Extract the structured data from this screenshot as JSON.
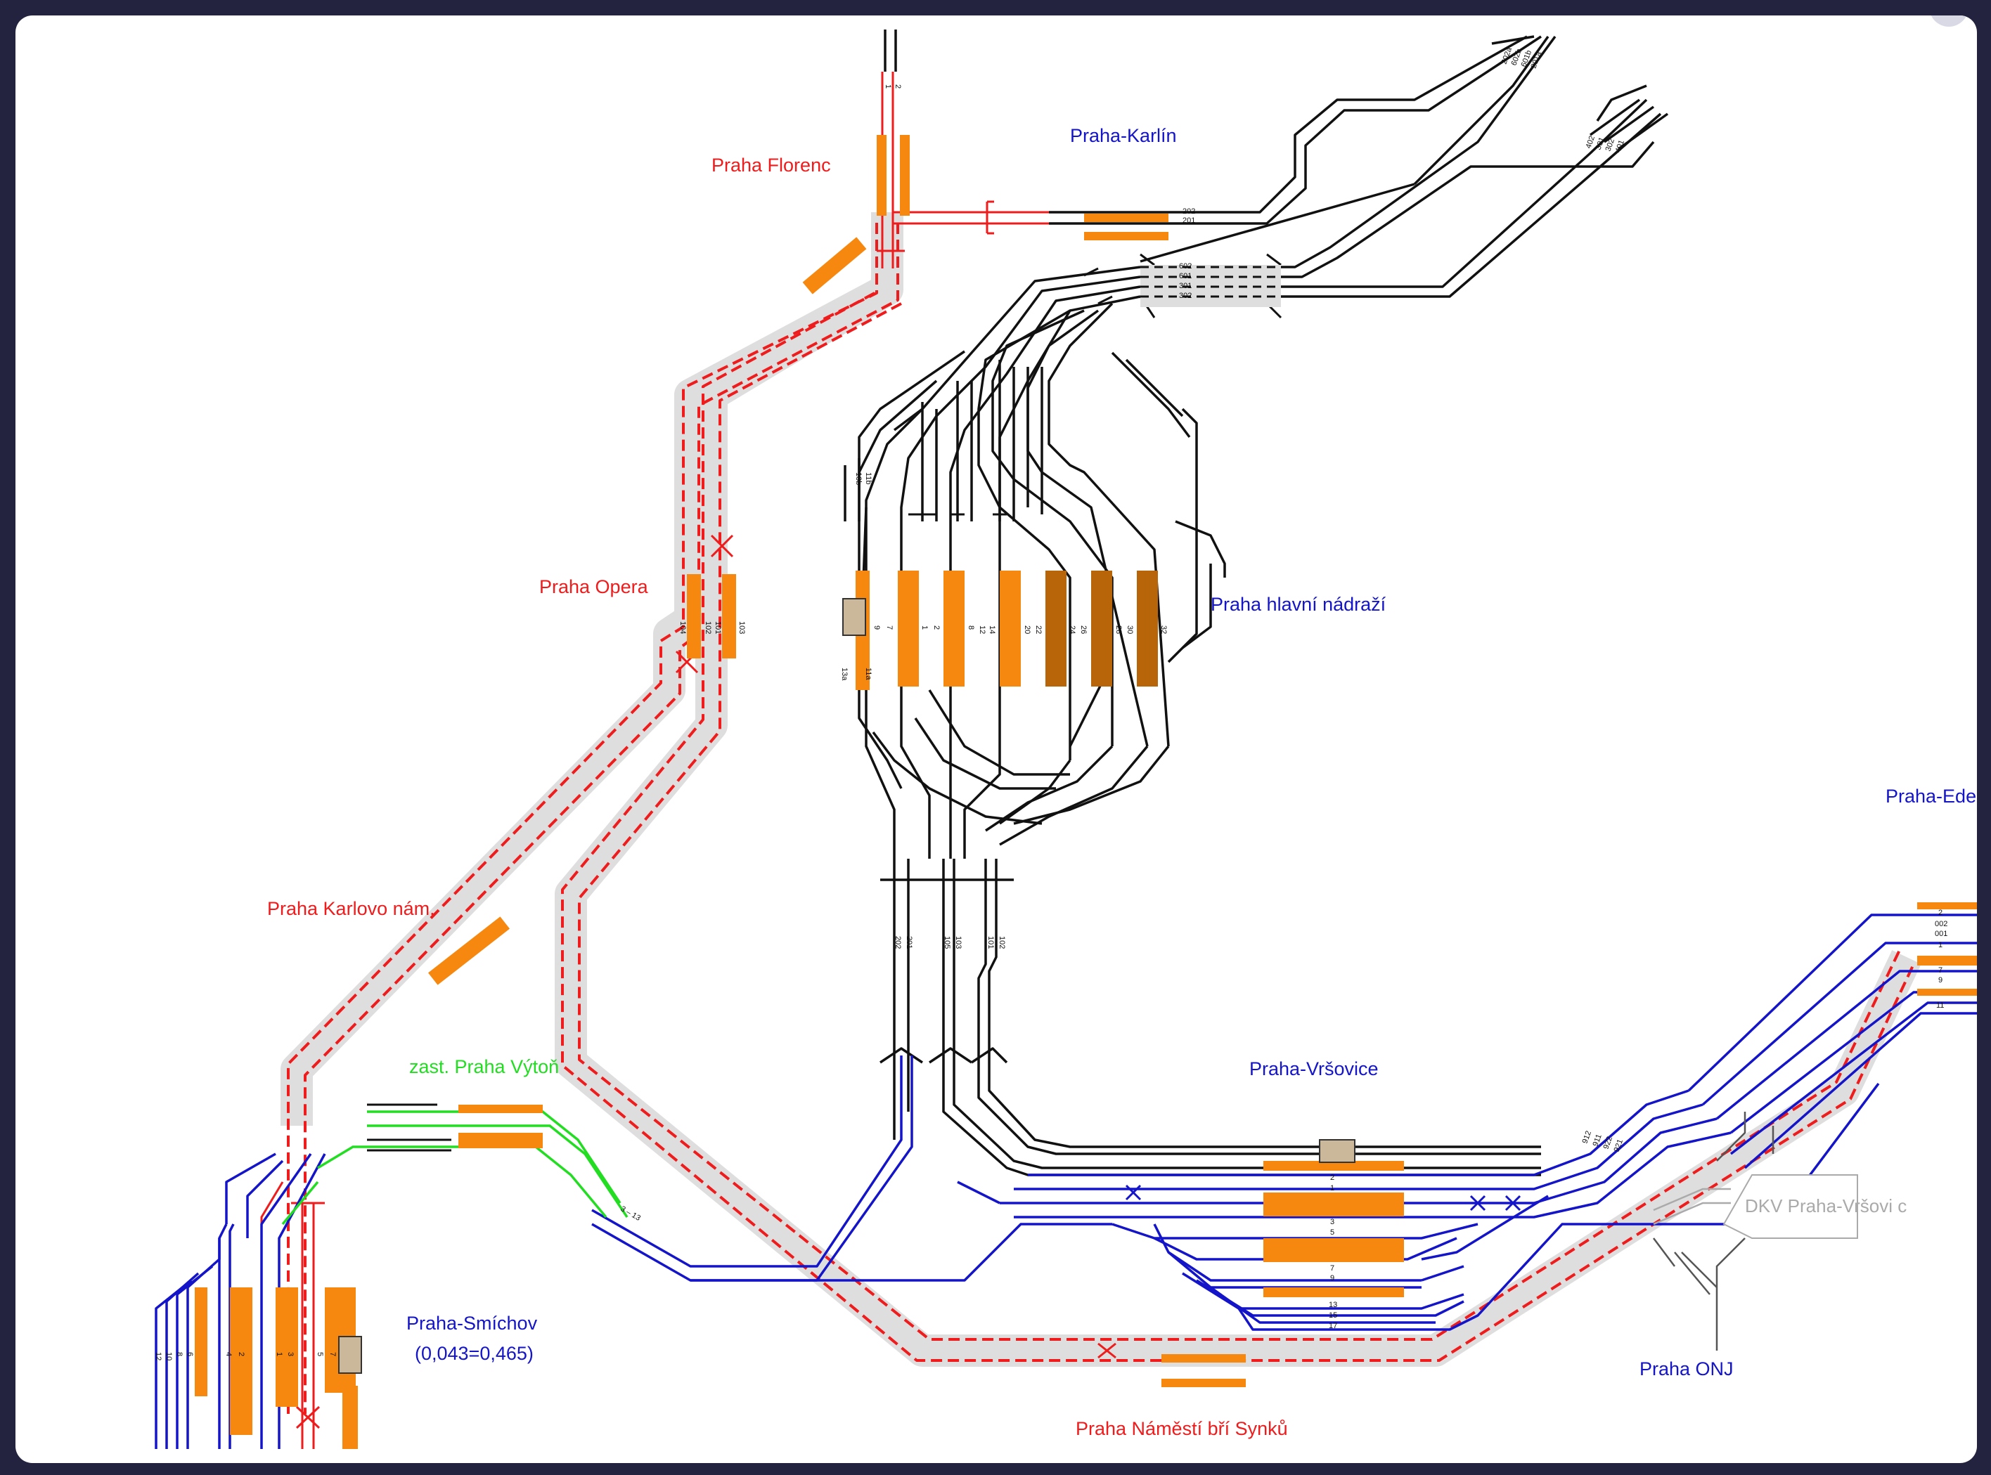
{
  "colors": {
    "frame_bg": "#23223f",
    "canvas": "#ffffff",
    "metro_red": "#ee1c1c",
    "metro_shade": "#dcdcdc",
    "rail_black": "#111111",
    "rail_blue": "#1414c8",
    "rail_green": "#22dd22",
    "platform": "#f7880f",
    "platform_dark": "#b8650a",
    "building": "#cbb89a",
    "depot_grey": "#aaaaaa"
  },
  "stations": {
    "florenc": "Praha Florenc",
    "karlin": "Praha-Karlín",
    "opera": "Praha Opera",
    "hlavni": "Praha hlavní nádraží",
    "karlovo": "Praha Karlovo nám.",
    "vyton": "zast. Praha Výtoň",
    "vrsovice": "Praha-Vršovice",
    "eden": "Praha-Eden",
    "smichov": "Praha-Smíchov",
    "smichov_km": "(0,043=0,465)",
    "onj": "Praha ONJ",
    "synku": "Praha Náměstí bří Synků",
    "dkv": "DKV Praha-Vršovi c"
  },
  "tracks": {
    "florenc_top": [
      "1",
      "2"
    ],
    "karlin": [
      "202",
      "201"
    ],
    "hlavni_east": [
      "602",
      "601",
      "301",
      "302"
    ],
    "northeast_a": [
      "202a",
      "602b",
      "601b",
      "201a"
    ],
    "northeast_b": [
      "402",
      "301",
      "302",
      "401"
    ],
    "opera": [
      "104",
      "102",
      "101",
      "103"
    ],
    "hlavni_platforms": [
      "9",
      "7",
      "1",
      "2",
      "8",
      "12",
      "14",
      "20",
      "22",
      "24",
      "26",
      "28",
      "30",
      "32"
    ],
    "hlavni_west_upper": [
      "13b",
      "11b"
    ],
    "hlavni_west_lower": [
      "13a",
      "11a"
    ],
    "south_exits": [
      "202",
      "201",
      "105",
      "103",
      "101",
      "102"
    ],
    "eden": [
      "2",
      "002",
      "001",
      "1",
      "7",
      "9",
      "11"
    ],
    "vrsovice": [
      "2",
      "1",
      "3",
      "5",
      "7",
      "9",
      "13",
      "15",
      "17"
    ],
    "vrsovice_east": [
      "912",
      "911",
      "922",
      "921"
    ],
    "smichov": [
      "12",
      "10",
      "8",
      "6",
      "4",
      "2",
      "1",
      "3",
      "5",
      "7"
    ],
    "vyton": "3 – 13"
  }
}
